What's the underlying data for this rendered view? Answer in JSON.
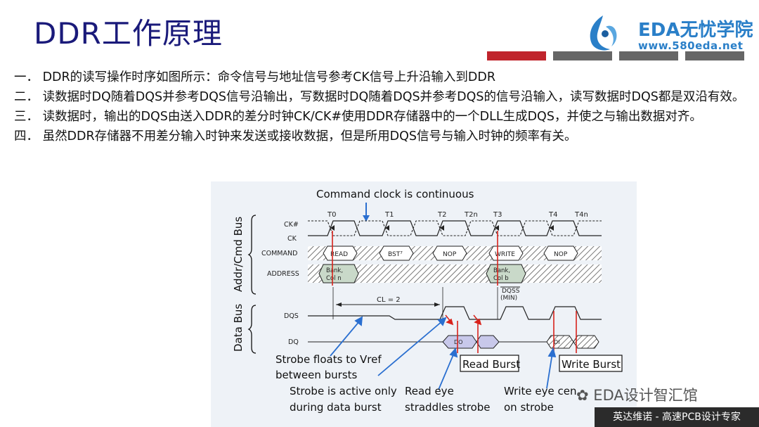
{
  "slide": {
    "title": "DDR工作原理",
    "logo": {
      "name": "EDA无忧学院",
      "url": "www.580eda.net"
    },
    "paragraphs": [
      "一．  DDR的读写操作时序如图所示：命令信号与地址信号参考CK信号上升沿输入到DDR",
      "二．  读数据时DQ随着DQS并参考DQS信号沿输出，写数据时DQ随着DQS并参考DQS的信号沿输入，读写数据时DQS都是双沿有效。",
      "三．  读数据时，输出的DQS由送入DDR的差分时钟CK/CK#使用DDR存储器中的一个DLL生成DQS，并使之与输出数据对齐。",
      "四．  虽然DDR存储器不用差分输入时钟来发送或接收数据，但是所用DQS信号与输入时钟的频率有关。"
    ],
    "watermark": "EDA设计智汇馆",
    "footer": "英达维诺 - 高速PCB设计专家"
  },
  "diagram": {
    "top_caption": "Command clock is continuous",
    "group_addr": "Addr/Cmd Bus",
    "group_data": "Data Bus",
    "signals": {
      "ckn": "CK#",
      "ck": "CK",
      "command": "COMMAND",
      "address": "ADDRESS",
      "dqs": "DQS",
      "dq": "DQ"
    },
    "time_labels": [
      "T0",
      "T1",
      "T2",
      "T2n",
      "T3",
      "T4",
      "T4n"
    ],
    "commands": [
      "READ",
      "BST⁷",
      "NOP",
      "WRITE",
      "NOP"
    ],
    "address_labels": {
      "bank1": "Bank,",
      "col1": "Col n",
      "bank2": "Bank,",
      "col2": "Col b"
    },
    "cl_label": "CL = 2",
    "dqss_label": "DQSS",
    "dqss_min": "(MIN)",
    "dq_read": "DO",
    "dq_write": "DI",
    "callouts": {
      "strobe_floats_1": "Strobe floats to Vref",
      "strobe_floats_2": "between bursts",
      "strobe_active_1": "Strobe is active only",
      "strobe_active_2": "during data burst",
      "read_eye_1": "Read eye",
      "read_eye_2": "straddles strobe",
      "read_burst": "Read Burst",
      "write_burst": "Write Burst",
      "write_eye_1": "Write eye cen",
      "write_eye_2": "on strobe"
    }
  }
}
